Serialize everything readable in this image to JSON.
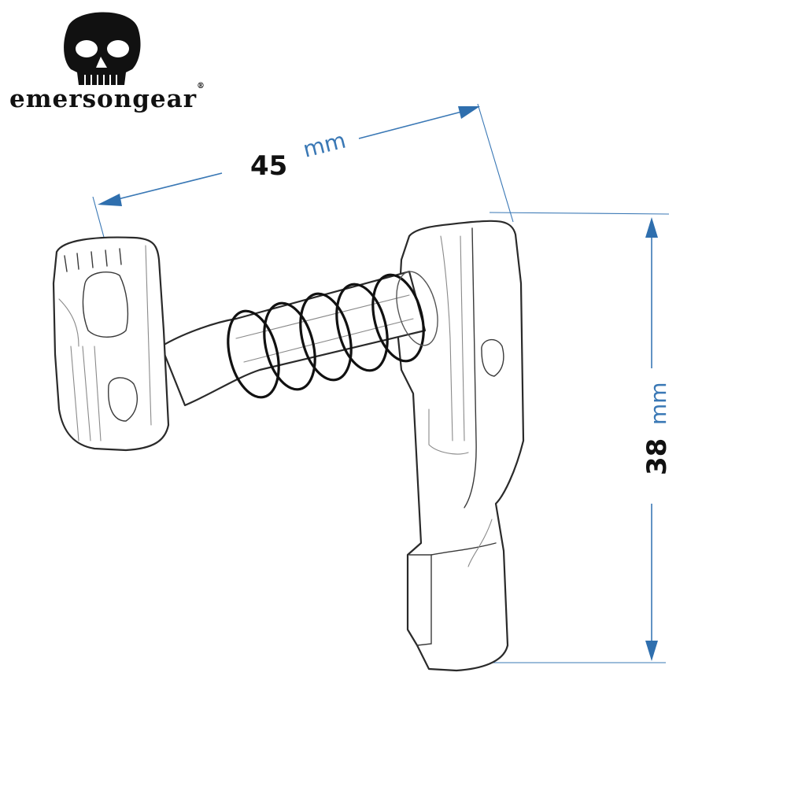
{
  "brand": {
    "name": "emersongear",
    "trademark": "®",
    "logo_icon": "skull-icon"
  },
  "dimensions": {
    "width": {
      "value": "45",
      "unit": "mm"
    },
    "height": {
      "value": "38",
      "unit": "mm"
    }
  },
  "colors": {
    "dimension_line": "#3a78b5",
    "outline": "#2a2a2a",
    "text": "#111111"
  }
}
